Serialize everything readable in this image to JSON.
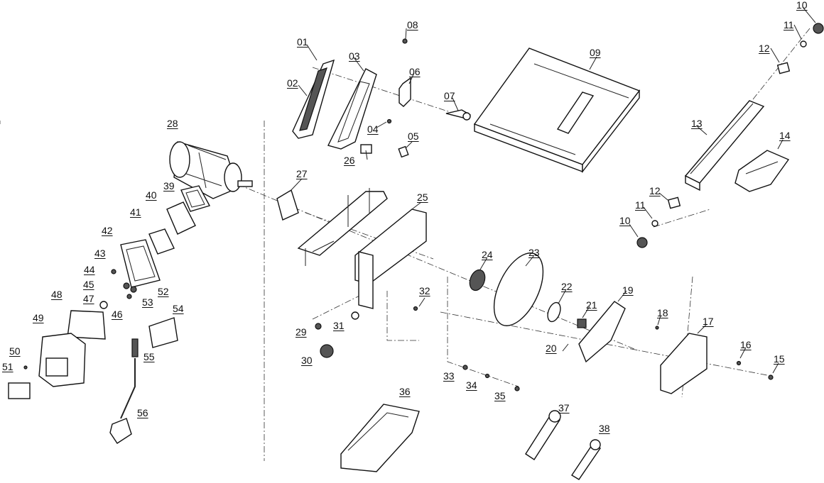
{
  "diagram": {
    "labels": {
      "p01": "01",
      "p02": "02",
      "p03": "03",
      "p04": "04",
      "p05": "05",
      "p06": "06",
      "p07": "07",
      "p08": "08",
      "p09": "09",
      "p10a": "10",
      "p10b": "10",
      "p11a": "11",
      "p11b": "11",
      "p12a": "12",
      "p12b": "12",
      "p13": "13",
      "p14": "14",
      "p15": "15",
      "p16": "16",
      "p17": "17",
      "p18": "18",
      "p19": "19",
      "p20": "20",
      "p21": "21",
      "p22": "22",
      "p23": "23",
      "p24": "24",
      "p25": "25",
      "p26": "26",
      "p27": "27",
      "p28": "28",
      "p29": "29",
      "p30": "30",
      "p31": "31",
      "p32": "32",
      "p33": "33",
      "p34": "34",
      "p35": "35",
      "p36": "36",
      "p37": "37",
      "p38": "38",
      "p39": "39",
      "p40": "40",
      "p41": "41",
      "p42": "42",
      "p43": "43",
      "p44": "44",
      "p45": "45",
      "p46": "46",
      "p47": "47",
      "p48": "48",
      "p49": "49",
      "p50": "50",
      "p51": "51",
      "p52": "52",
      "p53": "53",
      "p54": "54",
      "p55": "55",
      "p56": "56"
    }
  }
}
